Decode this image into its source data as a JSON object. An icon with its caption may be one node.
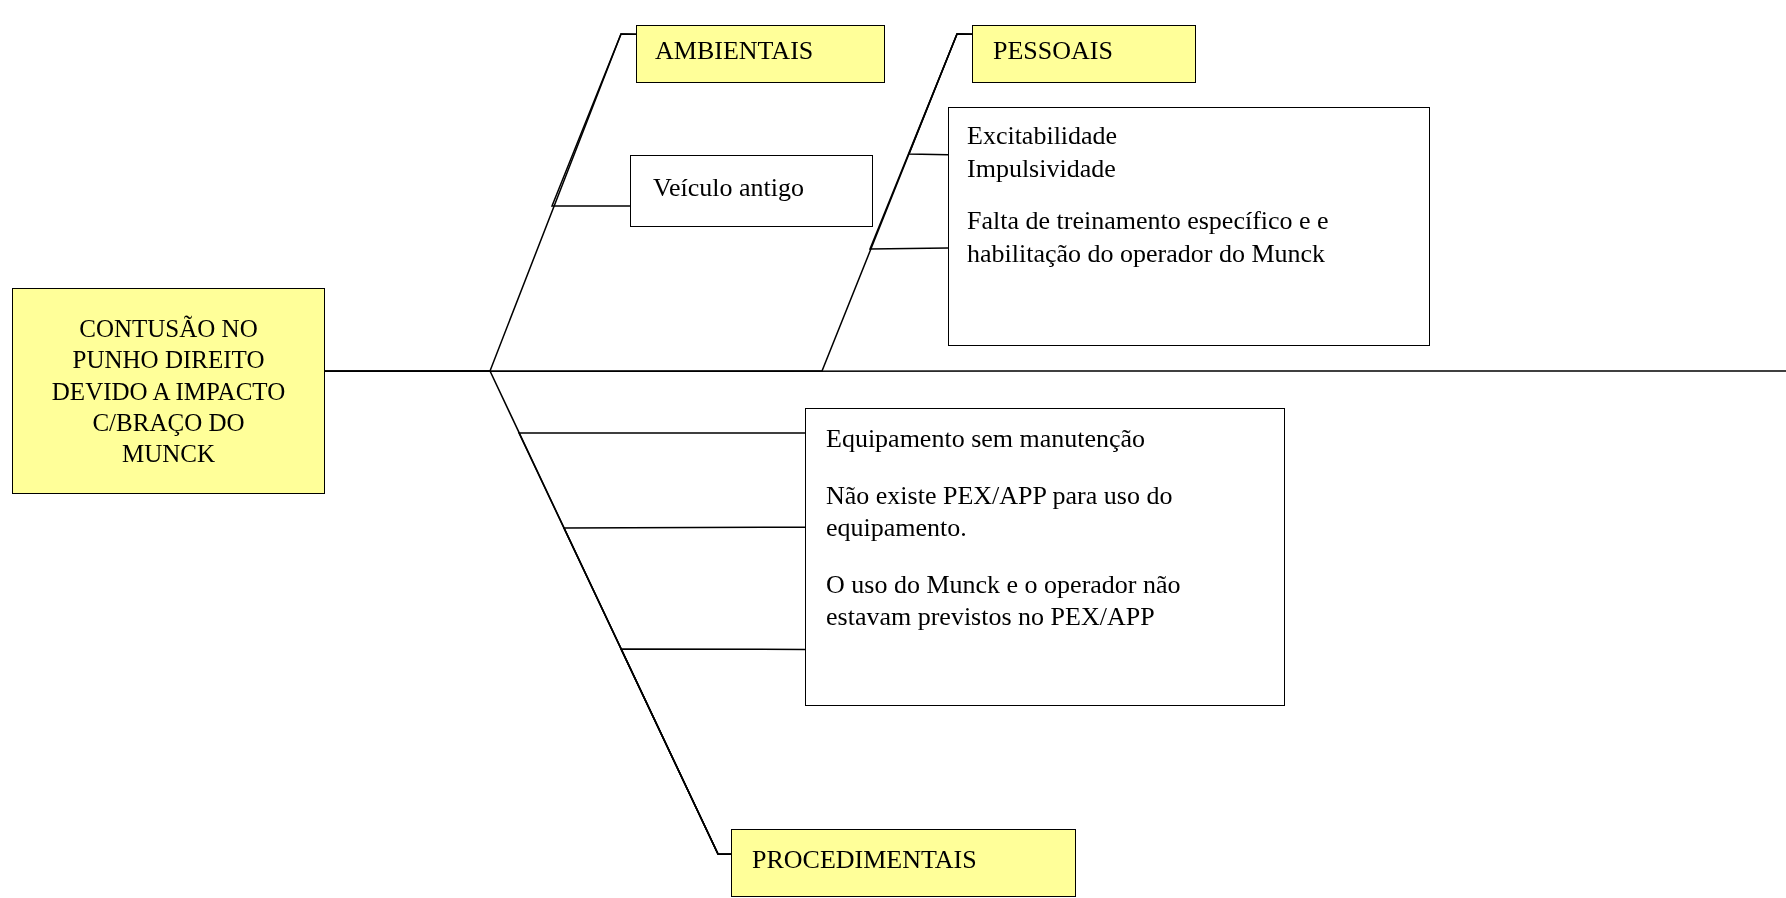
{
  "diagram": {
    "nodes": [
      {
        "text": [
          "CONTUSÃO NO PUNHO DIREITO DEVIDO A IMPACTO C/BRAÇO DO MUNCK"
        ]
      },
      {
        "text": [
          "AMBIENTAIS"
        ]
      },
      {
        "text": [
          "PESSOAIS"
        ]
      },
      {
        "text": [
          "Veículo antigo"
        ]
      },
      {
        "text": [
          "Excitabilidade",
          "Impulsividade",
          "Falta de treinamento específico e e habilitação do operador do Munck"
        ]
      },
      {
        "text": [
          "Equipamento sem manutenção",
          "Não existe PEX/APP para uso do equipamento.",
          "O uso do Munck e o operador não estavam previstos no PEX/APP"
        ]
      },
      {
        "text": [
          "PROCEDIMENTAIS"
        ]
      }
    ],
    "edges": [
      {
        "from": 0,
        "to": null,
        "arrow": "none"
      },
      {
        "from": 1,
        "to": 0,
        "arrow": "none"
      },
      {
        "from": 2,
        "to": 0,
        "arrow": "none"
      },
      {
        "from": 6,
        "to": 0,
        "arrow": "none"
      },
      {
        "from": 3,
        "to": 1,
        "arrow": "none"
      },
      {
        "from": 4,
        "to": 2,
        "arrow": "none"
      },
      {
        "from": 4,
        "to": 2,
        "arrow": "none"
      },
      {
        "from": 5,
        "to": 6,
        "arrow": "none"
      },
      {
        "from": 5,
        "to": 6,
        "arrow": "none"
      },
      {
        "from": 5,
        "to": 6,
        "arrow": "none"
      }
    ]
  }
}
